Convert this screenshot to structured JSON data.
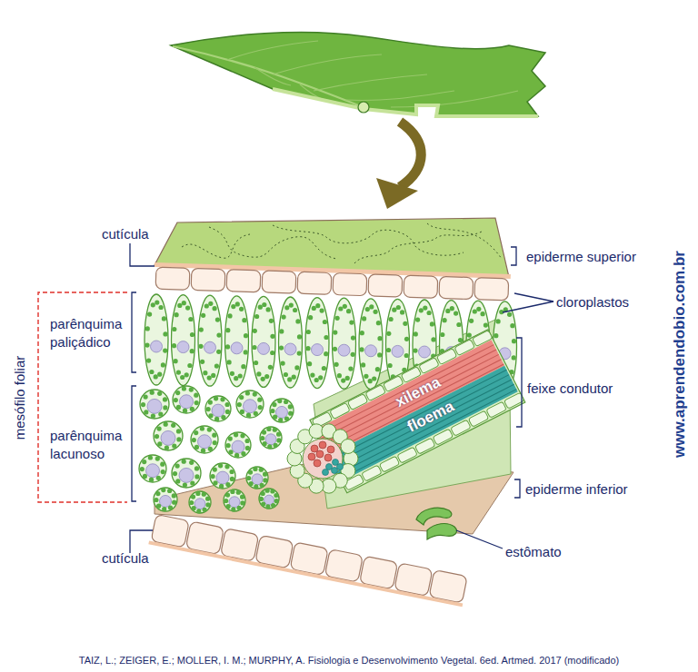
{
  "diagram": {
    "caption": "TAIZ, L.; ZEIGER, E.; MOLLER, I. M.; MURPHY, A. Fisiologia e Desenvolvimento Vegetal. 6ed. Artmed. 2017 (modificado)",
    "labels": [
      "cutícula",
      "epiderme superior",
      "cloroplastos",
      "mesófilo foliar",
      "parênquima paliçádico",
      "feixe condutor",
      "parênquima lacunoso",
      "xilema",
      "floema",
      "epiderme inferior",
      "estômato",
      "cutícula",
      "www.aprendendobio.com.br"
    ]
  }
}
